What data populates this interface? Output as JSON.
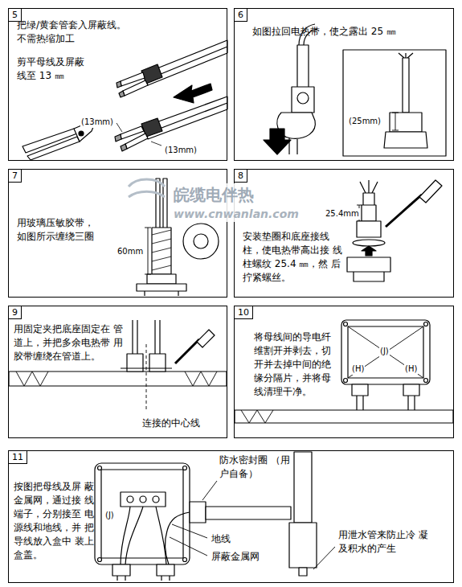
{
  "diagram": {
    "nodes": [
      {
        "text": [
          "把绿/黄套管套入屏蔽线。 不需热缩加工",
          "剪平母线及屏蔽 线至 13 ㎜"
        ]
      },
      {
        "text": [
          "5"
        ],
        "in": 0
      },
      {
        "text": [
          "如图拉回电热带，使之露出 25 ㎜"
        ]
      },
      {
        "text": [
          "6"
        ],
        "in": 2
      },
      {
        "text": [
          "用玻璃压敏胶带， 如图所示缠绕三圈"
        ]
      },
      {
        "text": [
          "7"
        ],
        "in": 4
      },
      {
        "text": [
          "安装垫圈和底座接线 柱，使电热带高出接 线柱螺纹 25.4 ㎜，然 后拧紧螺丝。"
        ]
      },
      {
        "text": [
          "8"
        ],
        "in": 6
      },
      {
        "text": [
          "用固定夹把底座固定在 管道上，并把多余电热带 用胶带缠绕在管道上。"
        ]
      },
      {
        "text": [
          "9"
        ],
        "in": 8
      },
      {
        "text": [
          "将母线间的导电纤 维割开并剥去，切 开并去掉中间的绝 缘分隔片，并将母 线清理干净。"
        ]
      },
      {
        "text": [
          "10"
        ],
        "in": 10
      },
      {
        "text": [
          "按图把母线及屏 蔽金属网，通过接 线端子，分别接至 电源线和地线，并 把导线放入盒中 装上盒盖。"
        ]
      },
      {
        "text": [
          "11"
        ],
        "in": 12
      }
    ],
    "labels": [
      "(13mm)",
      "(13mm)",
      "(25mm)",
      "60mm",
      "25.4mm",
      "连接的中心线",
      "(J)",
      "(H)",
      "(H)",
      "防水密封圈 （用户自备）",
      "地线",
      "屏蔽金属网",
      "用泄水管来防止冷 凝及积水的产生",
      "(J)",
      "皖缆电伴热",
      "www.cnwanlan.com"
    ]
  }
}
